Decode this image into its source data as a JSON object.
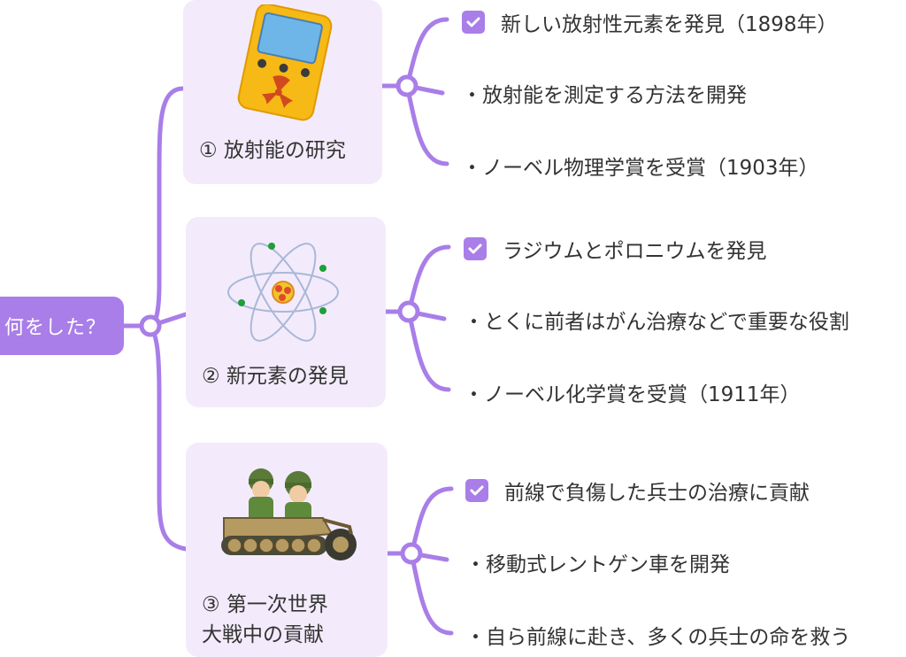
{
  "root": {
    "label": "何をした？"
  },
  "colors": {
    "accent": "#a97ee8",
    "card_bg": "#f3ebfb"
  },
  "branches": [
    {
      "label": "① 放射能の研究",
      "icon": "geiger-counter-icon",
      "items": [
        {
          "checked": true,
          "text": "新しい放射性元素を発見（1898年）"
        },
        {
          "checked": false,
          "text": "・放射能を測定する方法を開発"
        },
        {
          "checked": false,
          "text": "・ノーベル物理学賞を受賞（1903年）"
        }
      ]
    },
    {
      "label": "② 新元素の発見",
      "icon": "atom-icon",
      "items": [
        {
          "checked": true,
          "text": "ラジウムとポロニウムを発見"
        },
        {
          "checked": false,
          "text": "・とくに前者はがん治療などで重要な役割"
        },
        {
          "checked": false,
          "text": "・ノーベル化学賞を受賞（1911年）"
        }
      ]
    },
    {
      "label": "③ 第一次世界\n 大戦中の貢献",
      "icon": "soldiers-vehicle-icon",
      "items": [
        {
          "checked": true,
          "text": "前線で負傷した兵士の治療に貢献"
        },
        {
          "checked": false,
          "text": "・移動式レントゲン車を開発"
        },
        {
          "checked": false,
          "text": "・自ら前線に赴き、多くの兵士の命を救う"
        }
      ]
    }
  ]
}
